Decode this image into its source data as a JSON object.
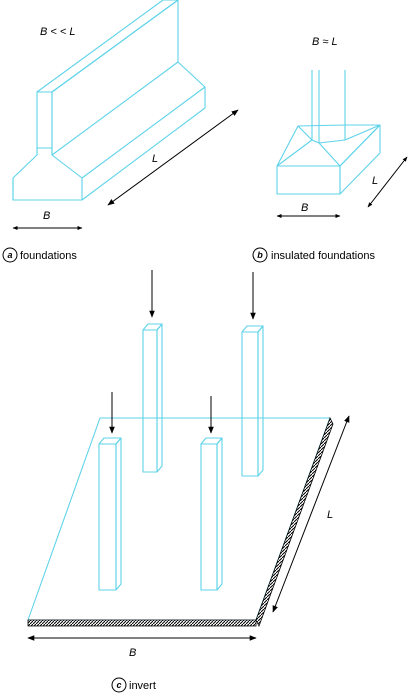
{
  "panel_a": {
    "relation": "B < < L",
    "dim_length": "L",
    "dim_width": "B",
    "caption_letter": "a",
    "caption_text": "foundations"
  },
  "panel_b": {
    "relation": "B ≈ L",
    "dim_length": "L",
    "dim_width": "B",
    "caption_letter": "b",
    "caption_text": "insulated foundations"
  },
  "panel_c": {
    "dim_length": "L",
    "dim_width": "B",
    "caption_letter": "c",
    "caption_text": "invert"
  },
  "colors": {
    "structure_stroke": "#5fd3ea",
    "annotation": "#000000"
  }
}
